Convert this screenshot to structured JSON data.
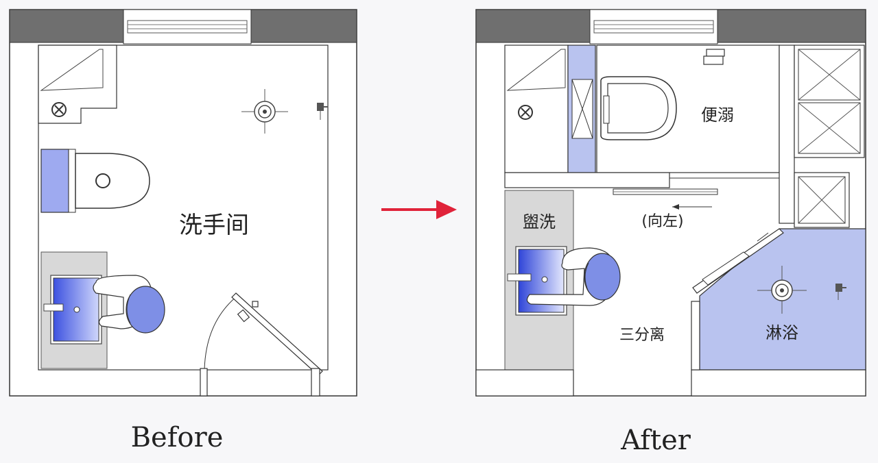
{
  "before": {
    "caption": "Before",
    "room_label": "洗手间"
  },
  "after": {
    "caption": "After",
    "toilet_label": "便溺",
    "wash_label": "盥洗",
    "shower_label": "淋浴",
    "door_hint": "(向左)",
    "center_label": "三分离"
  },
  "colors": {
    "wall": "#6f6f6f",
    "floor": "#ffffff",
    "blue_fill": "#b9c3ef",
    "blue_strong": "#3d52e0",
    "counter": "#d8d8d8",
    "arrow": "#e0233a",
    "line": "#333333"
  }
}
